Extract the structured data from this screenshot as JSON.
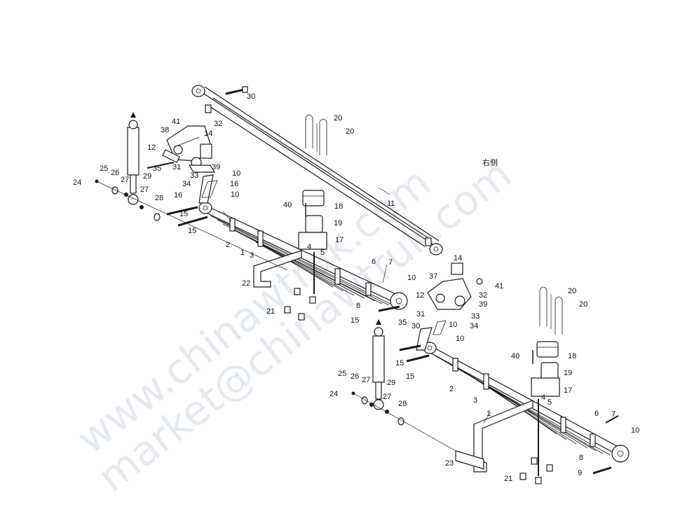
{
  "diagram": {
    "side_label": "右侧",
    "watermarks": [
      "www.chinawtruk.com",
      "market@chinawtruk.com"
    ],
    "callouts": [
      {
        "id": "c30",
        "text": "30"
      },
      {
        "id": "c32a",
        "text": "32"
      },
      {
        "id": "c41a",
        "text": "41"
      },
      {
        "id": "c38",
        "text": "38"
      },
      {
        "id": "c14a",
        "text": "14"
      },
      {
        "id": "c12a",
        "text": "12"
      },
      {
        "id": "c35a",
        "text": "35"
      },
      {
        "id": "c31a",
        "text": "31"
      },
      {
        "id": "c33a",
        "text": "33"
      },
      {
        "id": "c39a",
        "text": "39"
      },
      {
        "id": "c10a",
        "text": "10"
      },
      {
        "id": "c34a",
        "text": "34"
      },
      {
        "id": "c16a",
        "text": "16"
      },
      {
        "id": "c16b",
        "text": "16"
      },
      {
        "id": "c10b",
        "text": "10"
      },
      {
        "id": "c15a",
        "text": "15"
      },
      {
        "id": "c15b",
        "text": "15"
      },
      {
        "id": "c24a",
        "text": "24"
      },
      {
        "id": "c25a",
        "text": "25"
      },
      {
        "id": "c26a",
        "text": "26"
      },
      {
        "id": "c27a",
        "text": "27"
      },
      {
        "id": "c27b",
        "text": "27"
      },
      {
        "id": "c29a",
        "text": "29"
      },
      {
        "id": "c28a",
        "text": "28"
      },
      {
        "id": "c2a",
        "text": "2"
      },
      {
        "id": "c1a",
        "text": "1"
      },
      {
        "id": "c3a",
        "text": "3"
      },
      {
        "id": "c22",
        "text": "22"
      },
      {
        "id": "c20a",
        "text": "20"
      },
      {
        "id": "c20b",
        "text": "20"
      },
      {
        "id": "c40a",
        "text": "40"
      },
      {
        "id": "c18a",
        "text": "18"
      },
      {
        "id": "c19a",
        "text": "19"
      },
      {
        "id": "c17a",
        "text": "17"
      },
      {
        "id": "c4a",
        "text": "4"
      },
      {
        "id": "c5a",
        "text": "5"
      },
      {
        "id": "c11",
        "text": "11"
      },
      {
        "id": "c6a",
        "text": "6"
      },
      {
        "id": "c7a",
        "text": "7"
      },
      {
        "id": "c8a",
        "text": "8"
      },
      {
        "id": "c21a",
        "text": "21"
      },
      {
        "id": "c15c",
        "text": "15"
      },
      {
        "id": "c14b",
        "text": "14"
      },
      {
        "id": "c10c",
        "text": "10"
      },
      {
        "id": "c41b",
        "text": "41"
      },
      {
        "id": "c37",
        "text": "37"
      },
      {
        "id": "c12b",
        "text": "12"
      },
      {
        "id": "c32b",
        "text": "32"
      },
      {
        "id": "c39b",
        "text": "39"
      },
      {
        "id": "c31b",
        "text": "31"
      },
      {
        "id": "c33b",
        "text": "33"
      },
      {
        "id": "c35b",
        "text": "35"
      },
      {
        "id": "c10d",
        "text": "10"
      },
      {
        "id": "c34b",
        "text": "34"
      },
      {
        "id": "c30b",
        "text": "30"
      },
      {
        "id": "c10e",
        "text": "10"
      },
      {
        "id": "c15d",
        "text": "15"
      },
      {
        "id": "c15e",
        "text": "15"
      },
      {
        "id": "c20c",
        "text": "20"
      },
      {
        "id": "c20d",
        "text": "20"
      },
      {
        "id": "c40b",
        "text": "40"
      },
      {
        "id": "c18b",
        "text": "18"
      },
      {
        "id": "c19b",
        "text": "19"
      },
      {
        "id": "c17b",
        "text": "17"
      },
      {
        "id": "c25b",
        "text": "25"
      },
      {
        "id": "c26b",
        "text": "26"
      },
      {
        "id": "c27c",
        "text": "27"
      },
      {
        "id": "c29b",
        "text": "29"
      },
      {
        "id": "c24b",
        "text": "24"
      },
      {
        "id": "c27d",
        "text": "27"
      },
      {
        "id": "c28b",
        "text": "28"
      },
      {
        "id": "c2b",
        "text": "2"
      },
      {
        "id": "c3b",
        "text": "3"
      },
      {
        "id": "c4b",
        "text": "4"
      },
      {
        "id": "c5b",
        "text": "5"
      },
      {
        "id": "c1b",
        "text": "1"
      },
      {
        "id": "c6b",
        "text": "6"
      },
      {
        "id": "c7b",
        "text": "7"
      },
      {
        "id": "c10f",
        "text": "10"
      },
      {
        "id": "c8b",
        "text": "8"
      },
      {
        "id": "c23",
        "text": "23"
      },
      {
        "id": "c9",
        "text": "9"
      },
      {
        "id": "c21b",
        "text": "21"
      }
    ]
  }
}
